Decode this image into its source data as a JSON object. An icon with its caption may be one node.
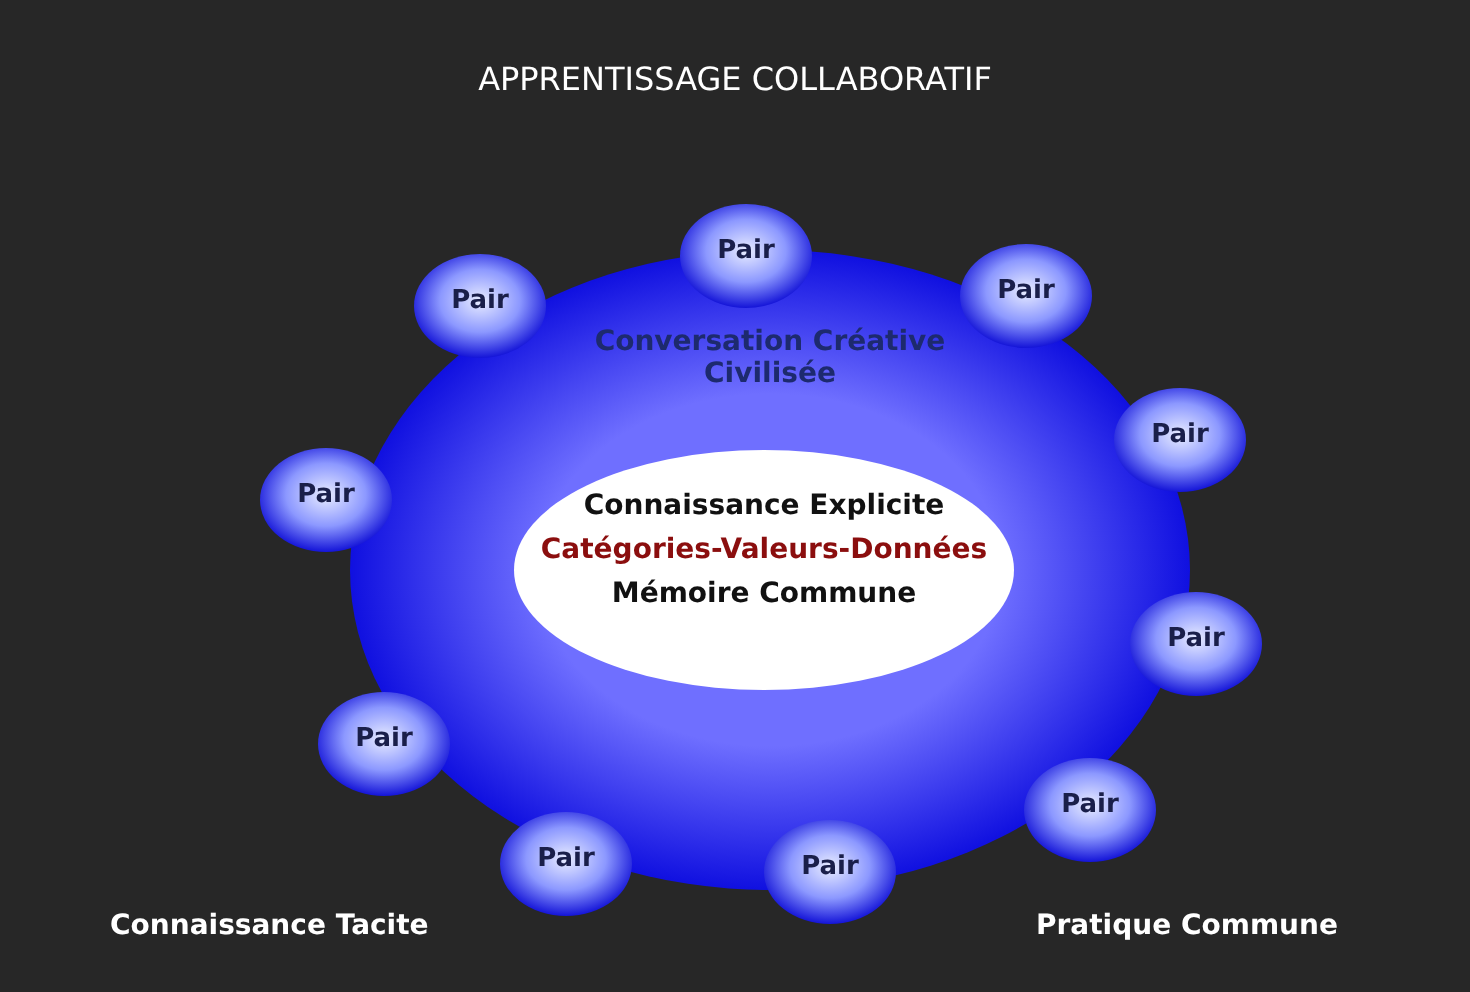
{
  "diagram": {
    "title": "APPRENTISSAGE COLLABORATIF",
    "nodes": [
      {
        "text": [
          "Conversation Créative Civilisée"
        ]
      },
      {
        "text": [
          "Connaissance Explicite",
          "Catégories-Valeurs-Données",
          "Mémoire Commune"
        ],
        "in": 0
      },
      {
        "text": [
          "Pair"
        ]
      },
      {
        "text": [
          "Pair"
        ]
      },
      {
        "text": [
          "Pair"
        ]
      },
      {
        "text": [
          "Pair"
        ]
      },
      {
        "text": [
          "Pair"
        ]
      },
      {
        "text": [
          "Pair"
        ]
      },
      {
        "text": [
          "Pair"
        ]
      },
      {
        "text": [
          "Pair"
        ]
      },
      {
        "text": [
          "Pair"
        ]
      },
      {
        "text": [
          "Pair"
        ]
      }
    ],
    "labels": [
      "Connaissance Tacite",
      "Pratique Commune"
    ]
  }
}
